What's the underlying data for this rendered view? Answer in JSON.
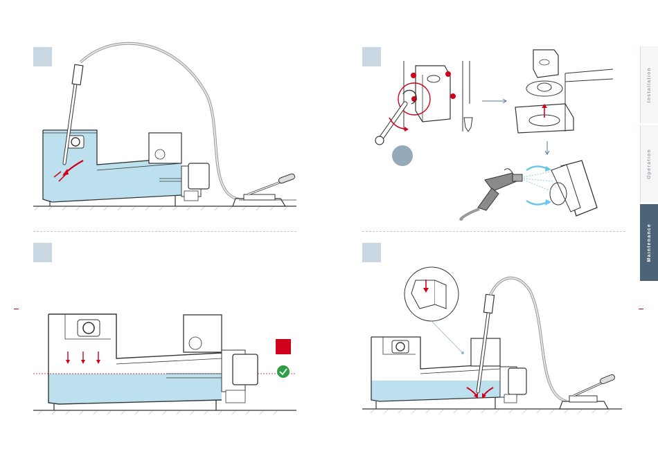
{
  "side_tabs": [
    {
      "label": "Installation",
      "active": false
    },
    {
      "label": "Operation",
      "active": false
    },
    {
      "label": "Maintenance",
      "active": true
    }
  ],
  "colors": {
    "accent_red": "#d0021b",
    "water_blue": "#bde0ef",
    "badge_blue": "#c8d7e1",
    "tab_active": "#4d6478",
    "check_green": "#2f9e44",
    "line": "#333333"
  },
  "icons": [
    "wrench-icon",
    "spray-gun-icon",
    "water-hose-icon",
    "foot-pump-icon",
    "check-icon",
    "arrow-right-icon",
    "arrow-down-icon"
  ]
}
